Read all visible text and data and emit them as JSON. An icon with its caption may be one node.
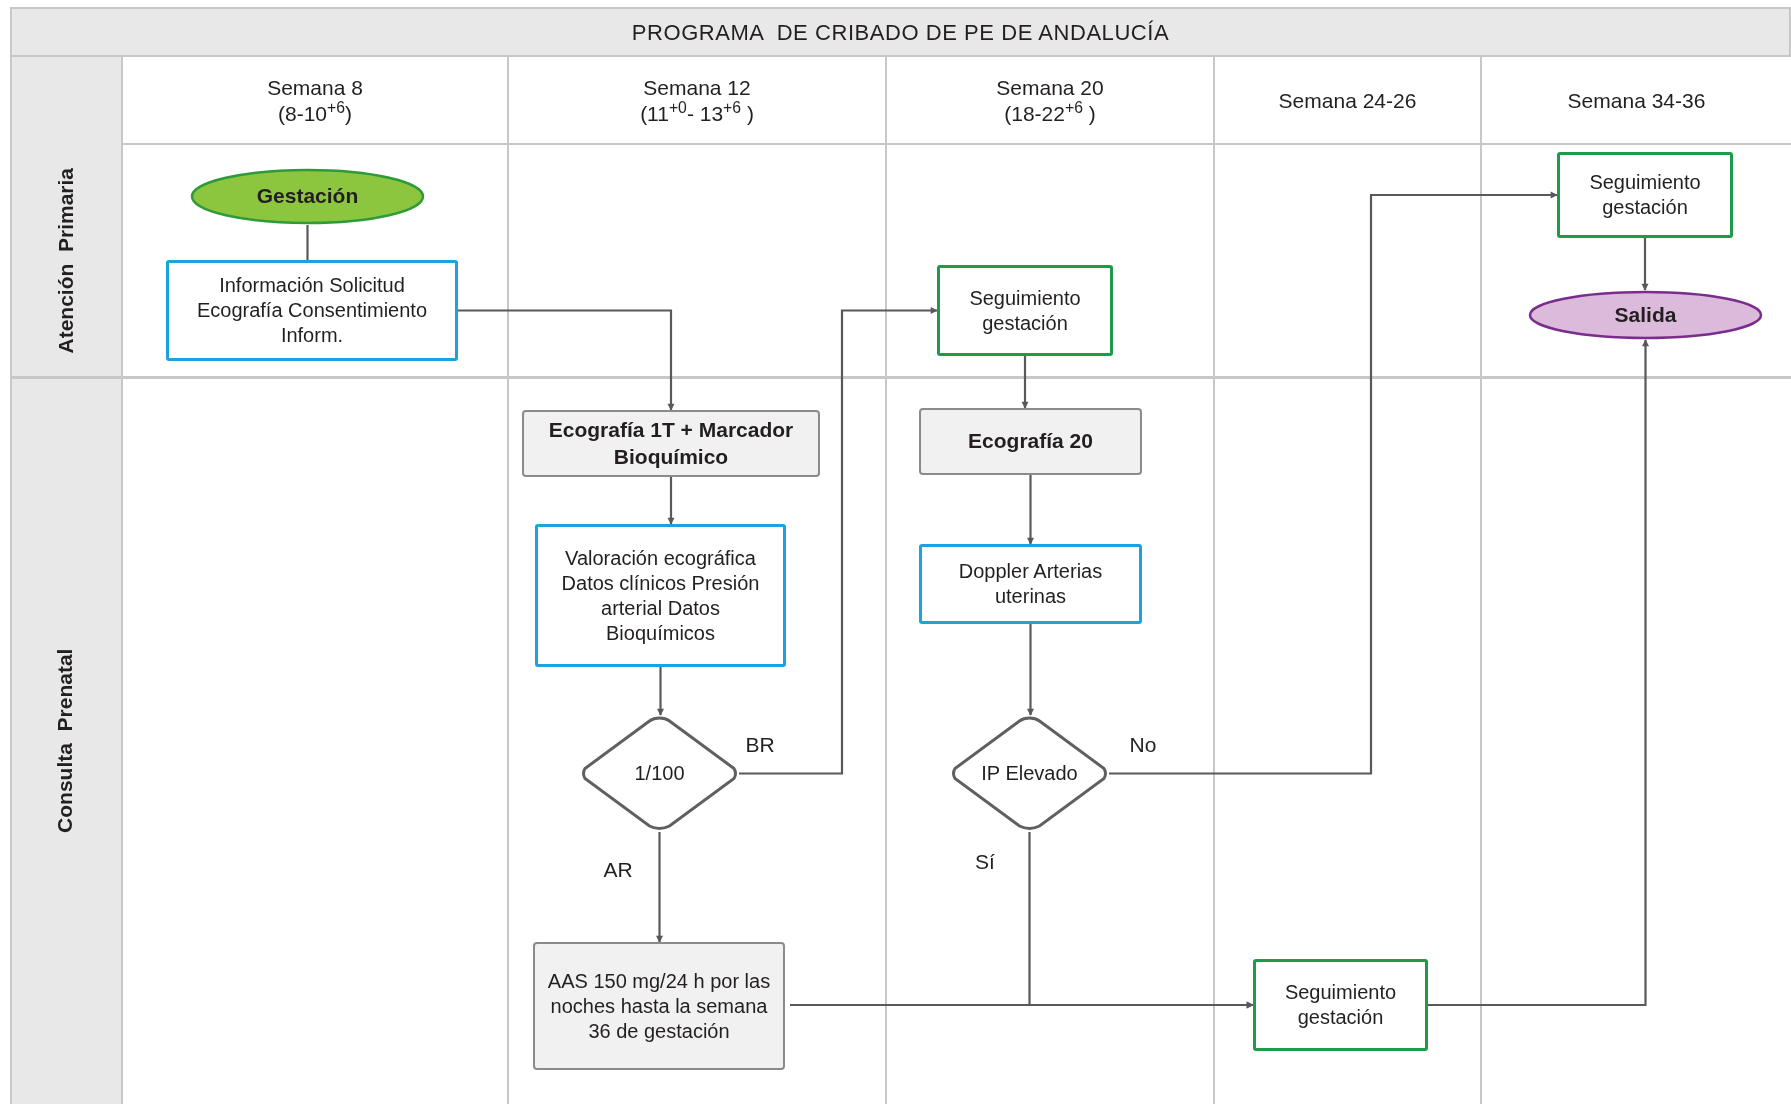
{
  "diagram": {
    "title": "PROGRAMA  DE CRIBADO DE PE DE ANDALUCÍA",
    "nodes": [
      {
        "text": [
          "Gestación"
        ]
      },
      {
        "text": [
          "Información Solicitud Ecografía Consentimiento Inform."
        ]
      },
      {
        "text": [
          "Seguimiento gestación"
        ]
      },
      {
        "text": [
          "Seguimiento gestación"
        ]
      },
      {
        "text": [
          "Salida"
        ]
      },
      {
        "text": [
          "Ecografía 1T + Marcador Bioquímico"
        ]
      },
      {
        "text": [
          "Ecografía 20"
        ]
      },
      {
        "text": [
          "Valoración ecográfica Datos clínicos Presión arterial Datos Bioquímicos"
        ]
      },
      {
        "text": [
          "Doppler Arterias uterinas"
        ]
      },
      {
        "text": [
          "1/100"
        ]
      },
      {
        "text": [
          "IP Elevado"
        ]
      },
      {
        "text": [
          "AAS 150 mg/24 h por las noches hasta la semana 36 de gestación"
        ]
      },
      {
        "text": [
          "Seguimiento gestación"
        ]
      }
    ],
    "edges": [
      {
        "from": 0,
        "to": 1,
        "arrow": "none"
      },
      {
        "from": 1,
        "to": 5,
        "arrow": "to"
      },
      {
        "from": 5,
        "to": 7,
        "arrow": "to"
      },
      {
        "from": 7,
        "to": 9,
        "arrow": "to"
      },
      {
        "from": 9,
        "to": 2,
        "arrow": "to",
        "label": "BR"
      },
      {
        "from": 9,
        "to": 11,
        "arrow": "to",
        "label": "AR"
      },
      {
        "from": 2,
        "to": 6,
        "arrow": "to"
      },
      {
        "from": 6,
        "to": 8,
        "arrow": "to"
      },
      {
        "from": 8,
        "to": 10,
        "arrow": "to"
      },
      {
        "from": 10,
        "to": 3,
        "arrow": "to",
        "label": "No"
      },
      {
        "from": 10,
        "to": 12,
        "arrow": "to",
        "label": "Sí"
      },
      {
        "from": 11,
        "to": 12,
        "arrow": "to"
      },
      {
        "from": 3,
        "to": 4,
        "arrow": "to"
      },
      {
        "from": 12,
        "to": 4,
        "arrow": "to"
      }
    ],
    "labels": [
      "Semana 8",
      "(8-10$^{+6}$)",
      "Semana 12",
      "(11$^{+0}$- 13$^{+6}$ )",
      "Semana 20",
      "(18-22$^{+6}$ )",
      "Semana 24-26",
      "Semana 34-36",
      "Atención  Primaria",
      "Consulta  Prenatal"
    ]
  }
}
